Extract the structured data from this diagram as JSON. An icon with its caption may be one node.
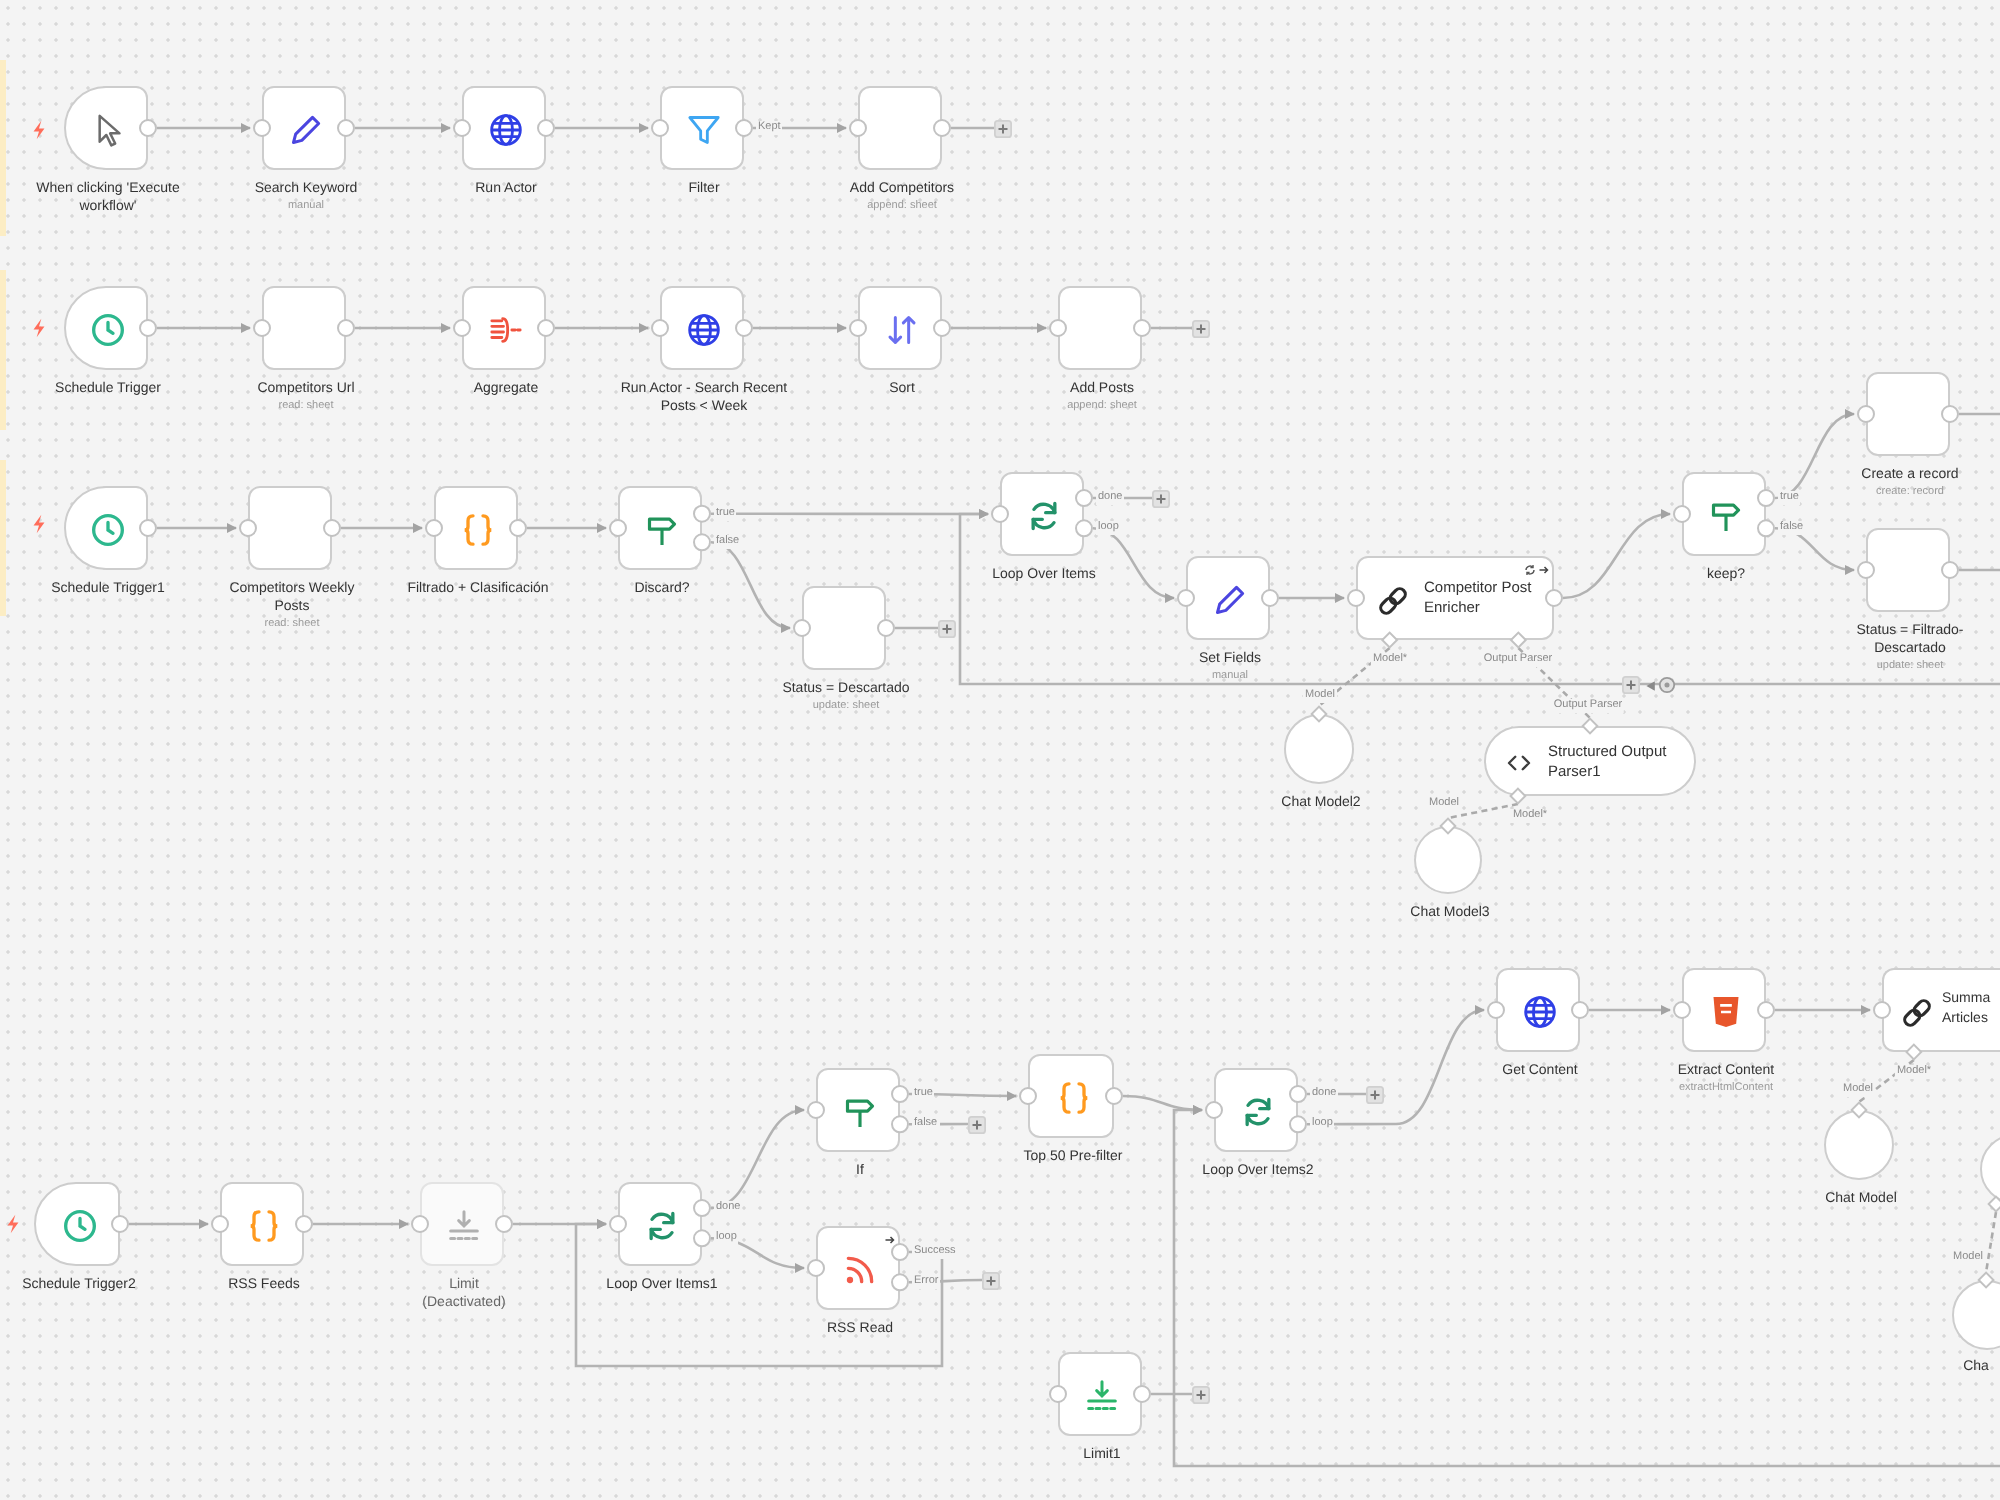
{
  "diagram": {
    "nodes": [
      {
        "text": [
          "When clicking 'Execute workflow'"
        ]
      },
      {
        "text": [
          "Search Keyword",
          "manual"
        ]
      },
      {
        "text": [
          "Run Actor"
        ]
      },
      {
        "text": [
          "Filter"
        ]
      },
      {
        "text": [
          "Add Competitors",
          "append: sheet"
        ]
      },
      {
        "text": [
          "Schedule Trigger"
        ]
      },
      {
        "text": [
          "Competitors Url",
          "read: sheet"
        ]
      },
      {
        "text": [
          "Aggregate"
        ]
      },
      {
        "text": [
          "Run Actor - Search Recent Posts < Week"
        ]
      },
      {
        "text": [
          "Sort"
        ]
      },
      {
        "text": [
          "Add Posts",
          "append: sheet"
        ]
      },
      {
        "text": [
          "Schedule Trigger1"
        ]
      },
      {
        "text": [
          "Competitors Weekly Posts",
          "read: sheet"
        ]
      },
      {
        "text": [
          "Filtrado + Clasificación"
        ]
      },
      {
        "text": [
          "Discard?"
        ]
      },
      {
        "text": [
          "Status = Descartado",
          "update: sheet"
        ]
      },
      {
        "text": [
          "Loop Over Items"
        ]
      },
      {
        "text": [
          "Set Fields",
          "manual"
        ]
      },
      {
        "text": [
          "Competitor Post Enricher"
        ],
        "beside": [
          "Model*",
          "Output Parser"
        ]
      },
      {
        "text": [
          "keep?"
        ]
      },
      {
        "text": [
          "Create a record",
          "create: record"
        ]
      },
      {
        "text": [
          "Status = Filtrado-Descartado",
          "update: sheet"
        ]
      },
      {
        "text": [
          "Chat Model2"
        ],
        "beside": [
          "Model"
        ]
      },
      {
        "text": [
          "Structured Output Parser1"
        ],
        "beside": [
          "Output Parser",
          "Model*"
        ]
      },
      {
        "text": [
          "Chat Model3"
        ],
        "beside": [
          "Model"
        ]
      },
      {
        "text": [
          "Schedule Trigger2"
        ]
      },
      {
        "text": [
          "RSS Feeds"
        ]
      },
      {
        "text": [
          "Limit (Deactivated)"
        ]
      },
      {
        "text": [
          "Loop Over Items1"
        ]
      },
      {
        "text": [
          "If"
        ]
      },
      {
        "text": [
          "RSS Read"
        ]
      },
      {
        "text": [
          "Top 50 Pre-filter"
        ]
      },
      {
        "text": [
          "Loop Over Items2"
        ]
      },
      {
        "text": [
          "Get Content"
        ]
      },
      {
        "text": [
          "Extract Content",
          "extractHtmlContent"
        ]
      },
      {
        "text": [
          "Summa Articles"
        ],
        "beside": [
          "Model*"
        ]
      },
      {
        "text": [
          "Chat Model"
        ],
        "beside": [
          "Model"
        ]
      },
      {
        "text": [],
        "shape": "circle"
      },
      {
        "text": [
          "Cha"
        ],
        "beside": [
          "Model"
        ]
      },
      {
        "text": [
          "Limit1"
        ]
      }
    ],
    "edges": [
      {
        "from": 0,
        "to": 1,
        "arrow": "to"
      },
      {
        "from": 1,
        "to": 2,
        "arrow": "to"
      },
      {
        "from": 2,
        "to": 3,
        "arrow": "to"
      },
      {
        "from": 3,
        "to": 4,
        "arrow": "to",
        "label": "Kept"
      },
      {
        "from": 4,
        "to": null,
        "arrow": "none"
      },
      {
        "from": 5,
        "to": 6,
        "arrow": "to"
      },
      {
        "from": 6,
        "to": 7,
        "arrow": "to"
      },
      {
        "from": 7,
        "to": 8,
        "arrow": "to"
      },
      {
        "from": 8,
        "to": 9,
        "arrow": "to"
      },
      {
        "from": 9,
        "to": 10,
        "arrow": "to"
      },
      {
        "from": 10,
        "to": null,
        "arrow": "none"
      },
      {
        "from": 11,
        "to": 12,
        "arrow": "to"
      },
      {
        "from": 12,
        "to": 13,
        "arrow": "to"
      },
      {
        "from": 13,
        "to": 14,
        "arrow": "to"
      },
      {
        "from": 14,
        "to": 16,
        "arrow": "to",
        "label": "true"
      },
      {
        "from": 14,
        "to": 15,
        "arrow": "to",
        "label": "false"
      },
      {
        "from": 15,
        "to": null,
        "arrow": "none"
      },
      {
        "from": 16,
        "to": null,
        "arrow": "none",
        "label": "done"
      },
      {
        "from": 16,
        "to": 17,
        "arrow": "to",
        "label": "loop"
      },
      {
        "from": 17,
        "to": 18,
        "arrow": "to"
      },
      {
        "from": 18,
        "to": 19,
        "arrow": "to"
      },
      {
        "from": 19,
        "to": 20,
        "arrow": "to",
        "label": "true"
      },
      {
        "from": 19,
        "to": 21,
        "arrow": "to",
        "label": "false"
      },
      {
        "from": 20,
        "to": null,
        "arrow": "none"
      },
      {
        "from": 21,
        "to": null,
        "arrow": "none"
      },
      {
        "from": null,
        "to": 16,
        "arrow": "to"
      },
      {
        "from": 18,
        "to": 22,
        "arrow": "none",
        "style": "dashed"
      },
      {
        "from": 18,
        "to": 23,
        "arrow": "none",
        "style": "dashed"
      },
      {
        "from": 23,
        "to": 24,
        "arrow": "none",
        "style": "dashed"
      },
      {
        "from": 25,
        "to": 26,
        "arrow": "to"
      },
      {
        "from": 26,
        "to": 27,
        "arrow": "to"
      },
      {
        "from": 27,
        "to": 28,
        "arrow": "to"
      },
      {
        "from": 28,
        "to": 29,
        "arrow": "to",
        "label": "done"
      },
      {
        "from": 28,
        "to": 30,
        "arrow": "to",
        "label": "loop"
      },
      {
        "from": 29,
        "to": 31,
        "arrow": "to",
        "label": "true"
      },
      {
        "from": 29,
        "to": null,
        "arrow": "none",
        "label": "false"
      },
      {
        "from": 30,
        "to": 28,
        "arrow": "to",
        "label": "Success"
      },
      {
        "from": 30,
        "to": null,
        "arrow": "none",
        "label": "Error"
      },
      {
        "from": 31,
        "to": 32,
        "arrow": "to"
      },
      {
        "from": 32,
        "to": null,
        "arrow": "none",
        "label": "done"
      },
      {
        "from": 32,
        "to": 33,
        "arrow": "to",
        "label": "loop"
      },
      {
        "from": 33,
        "to": 34,
        "arrow": "to"
      },
      {
        "from": 34,
        "to": 35,
        "arrow": "to"
      },
      {
        "from": 35,
        "to": 36,
        "arrow": "none",
        "style": "dashed"
      },
      {
        "from": 37,
        "to": 38,
        "arrow": "none",
        "style": "dashed"
      },
      {
        "from": 39,
        "to": null,
        "arrow": "none"
      },
      {
        "from": null,
        "to": 32,
        "arrow": "to"
      }
    ]
  }
}
